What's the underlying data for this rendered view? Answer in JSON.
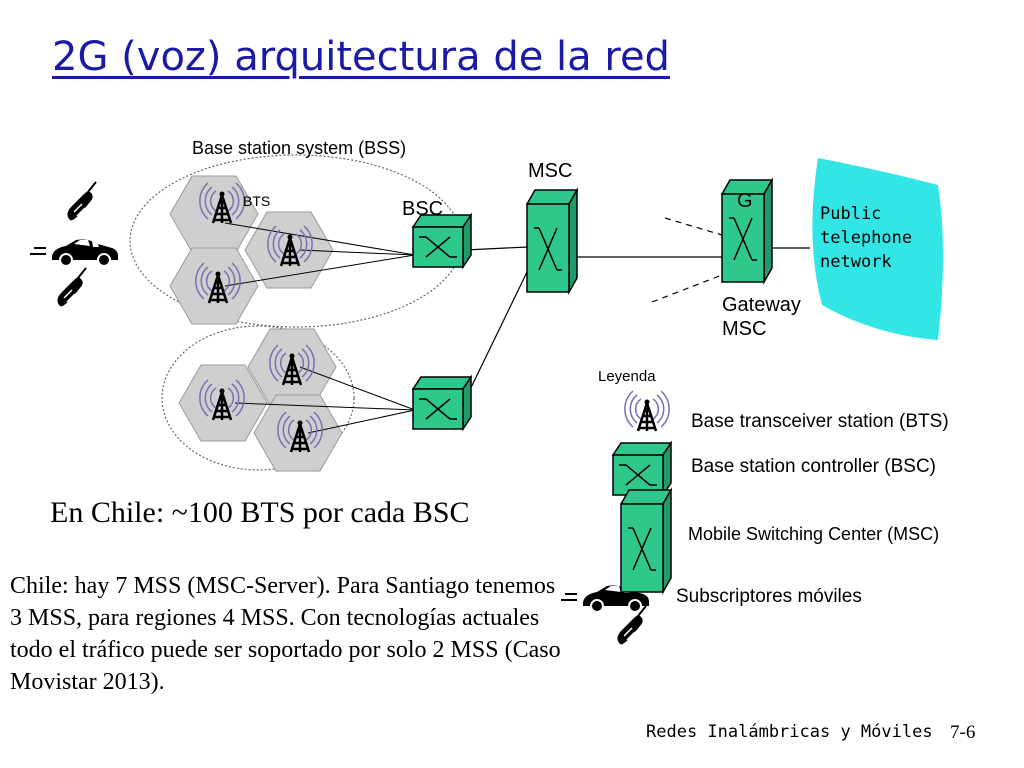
{
  "slide": {
    "title": "2G (voz) arquitectura de la red",
    "footer_course": "Redes Inalámbricas y Móviles",
    "footer_page": "7-6"
  },
  "diagram": {
    "bss_label": "Base station system (BSS)",
    "bts_label": "BTS",
    "bsc_label": "BSC",
    "msc_label": "MSC",
    "gateway_letter": "G",
    "gateway_label_1": "Gateway",
    "gateway_label_2": "MSC",
    "pstn_line_1": "Public",
    "pstn_line_2": "telephone",
    "pstn_line_3": "network",
    "pstn_color": "#33e6e6",
    "msc_color": "#2ec88c"
  },
  "legend": {
    "heading": "Leyenda",
    "bts": "Base transceiver station (BTS)",
    "bsc": "Base station controller (BSC)",
    "msc": "Mobile Switching Center (MSC)",
    "subscribers": "Subscriptores móviles"
  },
  "notes": {
    "chile_bts": "En Chile: ~100 BTS por cada BSC",
    "mss_paragraph": "Chile: hay 7 MSS (MSC-Server). Para Santiago tenemos 3 MSS, para regiones 4 MSS.  Con tecnologías actuales todo el tráfico puede ser soportado por solo 2 MSS (Caso Movistar 2013)."
  }
}
